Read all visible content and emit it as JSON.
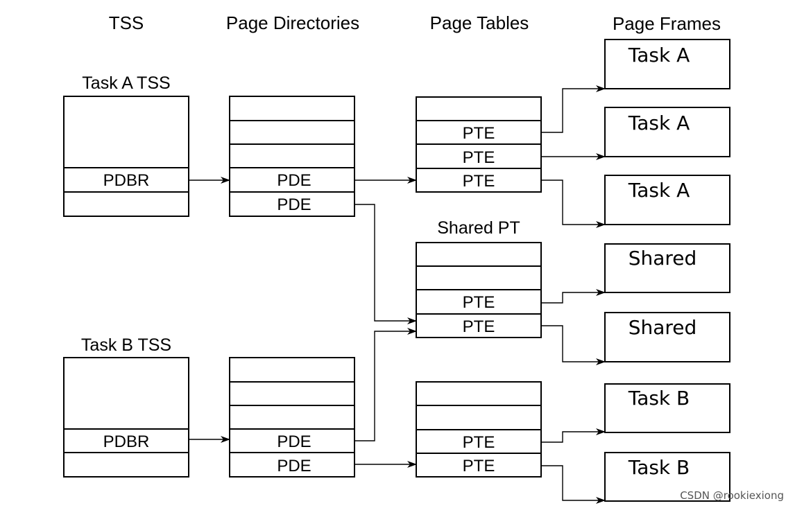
{
  "headers": {
    "tss": "TSS",
    "page_directories": "Page Directories",
    "page_tables": "Page Tables",
    "page_frames": "Page Frames"
  },
  "tss_a": {
    "title": "Task A TSS",
    "rows": [
      "",
      "PDBR",
      ""
    ]
  },
  "tss_b": {
    "title": "Task B TSS",
    "rows": [
      "",
      "PDBR",
      ""
    ]
  },
  "pd_a": {
    "rows": [
      "",
      "",
      "",
      "PDE",
      "PDE"
    ]
  },
  "pd_b": {
    "rows": [
      "",
      "",
      "",
      "PDE",
      "PDE"
    ]
  },
  "pt_a": {
    "rows": [
      "",
      "PTE",
      "PTE",
      "PTE"
    ]
  },
  "pt_shared": {
    "title": "Shared PT",
    "rows": [
      "",
      "",
      "PTE",
      "PTE"
    ]
  },
  "pt_b": {
    "rows": [
      "",
      "",
      "PTE",
      "PTE"
    ]
  },
  "frames": [
    "Task A",
    "Task A",
    "Task A",
    "Shared",
    "Shared",
    "Task B",
    "Task B"
  ],
  "watermark": "CSDN @rookiexiong"
}
